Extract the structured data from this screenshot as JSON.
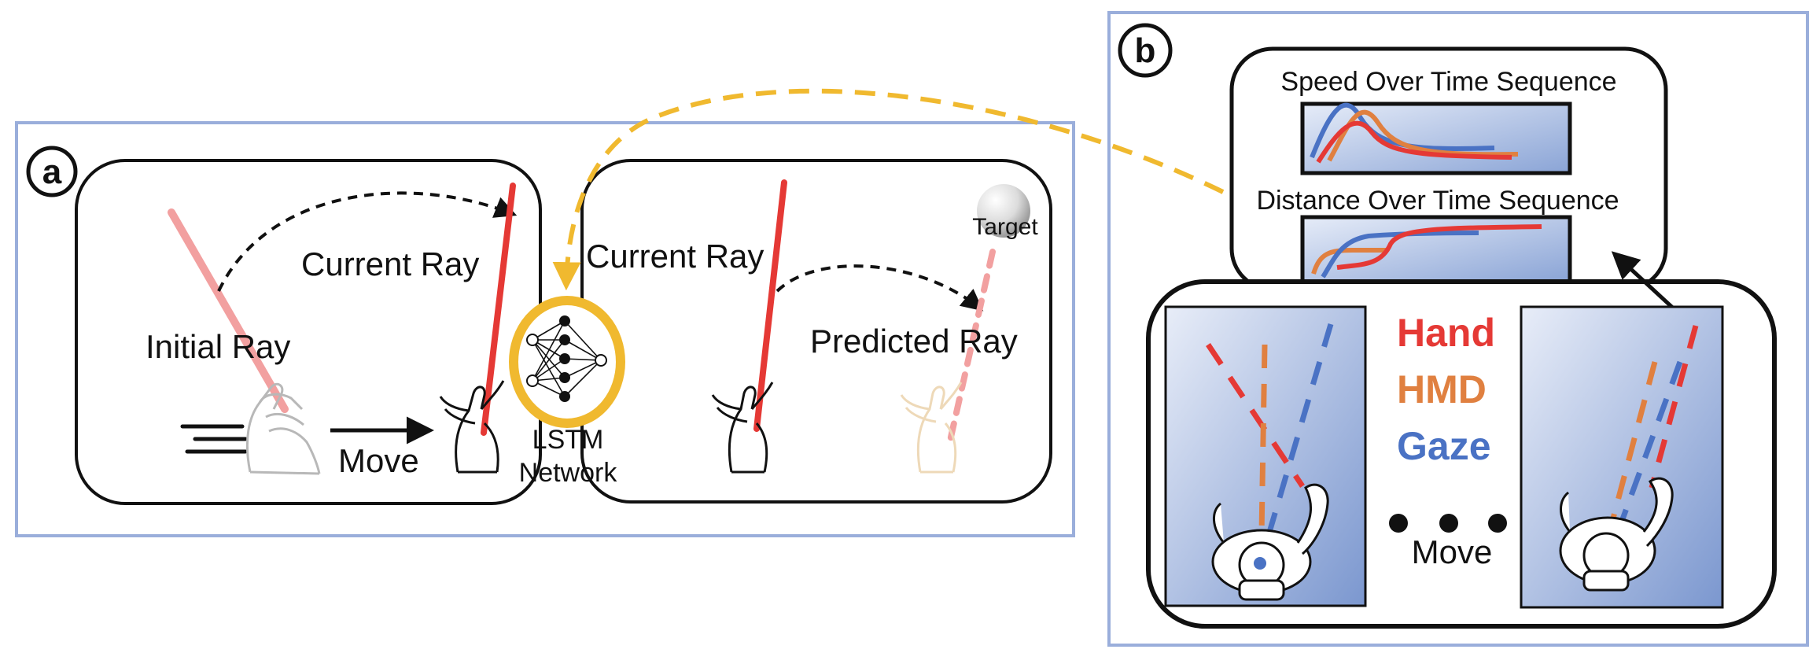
{
  "panel_a": {
    "badge": "a",
    "initial_ray": "Initial Ray",
    "current_ray_left": "Current Ray",
    "move": "Move",
    "network": [
      "LSTM",
      "Network"
    ],
    "current_ray_right": "Current Ray",
    "target": "Target",
    "predicted_ray": "Predicted Ray"
  },
  "panel_b": {
    "badge": "b",
    "speed_title": "Speed Over Time Sequence",
    "distance_title": "Distance Over Time Sequence",
    "legend": [
      {
        "label": "Hand",
        "color": "#e53935"
      },
      {
        "label": "HMD",
        "color": "#e08040"
      },
      {
        "label": "Gaze",
        "color": "#4a72c4"
      }
    ],
    "move": "Move"
  },
  "colors": {
    "frame_border": "#9aaedb",
    "accent_yellow": "#f0b92f",
    "ray_red": "#e53935",
    "ray_pink": "#f2a0a0",
    "hmd_orange": "#e08040",
    "gaze_blue": "#4a72c4"
  }
}
